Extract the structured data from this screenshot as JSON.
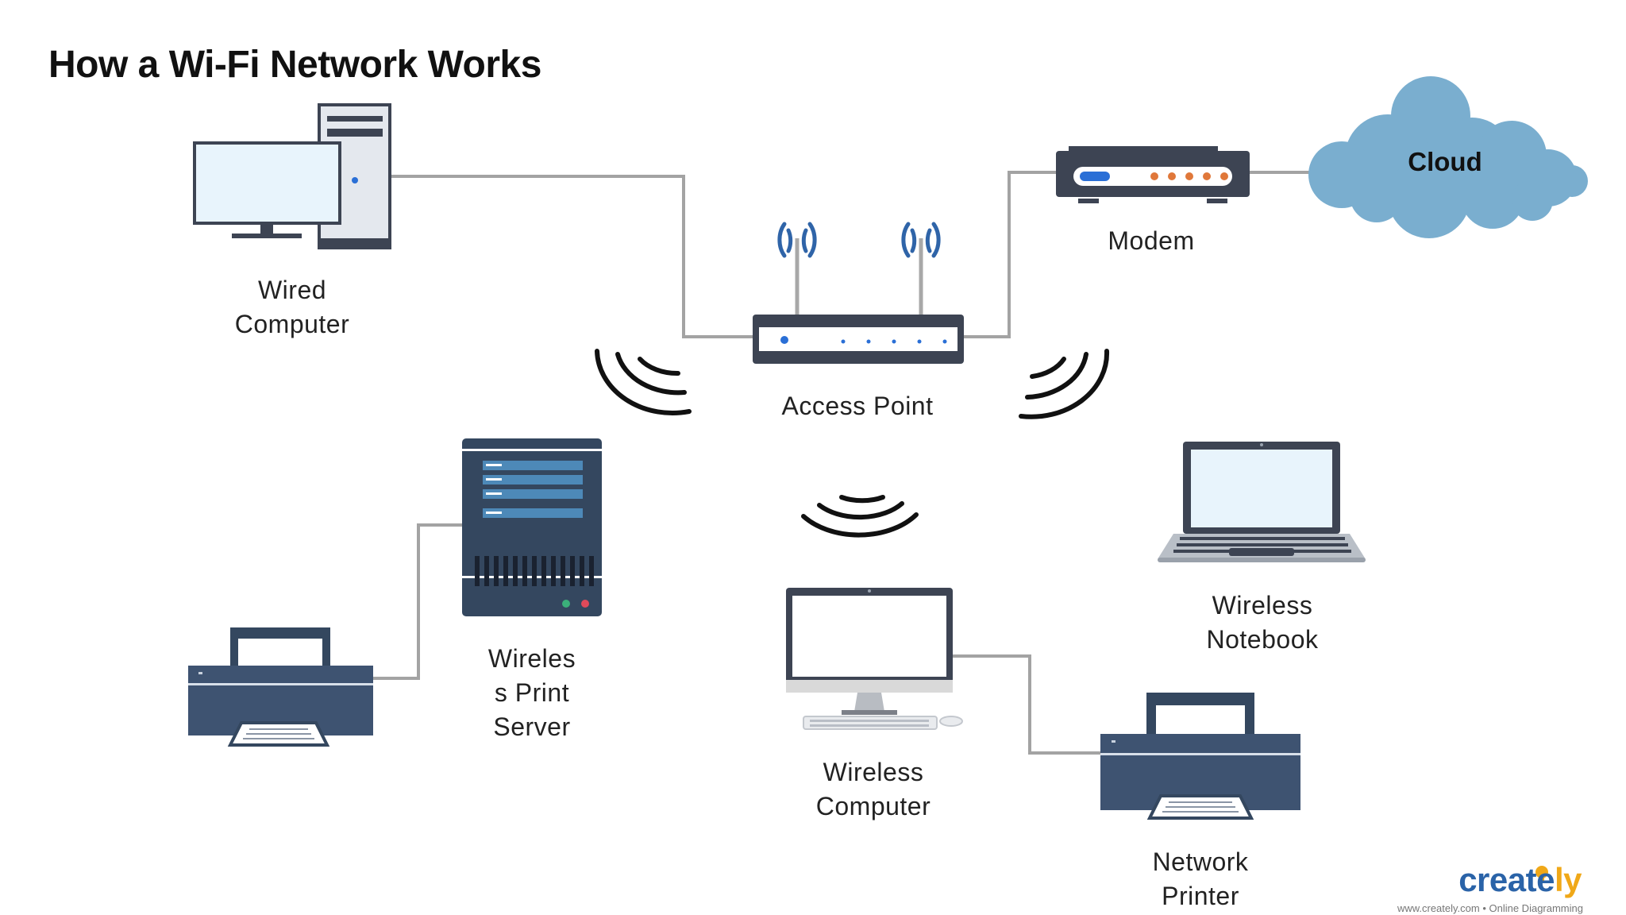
{
  "title": "How a Wi-Fi Network Works",
  "colors": {
    "link": "#a3a3a3",
    "device_dark": "#3d4453",
    "screen": "#e8f4fc",
    "navy": "#34475f",
    "cloud": "#7aaecf",
    "wifi_signal": "#2f64a8",
    "led_orange": "#e0783a",
    "led_blue": "#2a6fd6"
  },
  "nodes": {
    "wired_computer": {
      "label": [
        "Wired",
        "Computer"
      ],
      "icon": "desktop-tower-icon"
    },
    "access_point": {
      "label": [
        "Access Point"
      ],
      "icon": "wireless-router-icon"
    },
    "modem": {
      "label": [
        "Modem"
      ],
      "icon": "modem-icon"
    },
    "cloud": {
      "label": [
        "Cloud"
      ],
      "icon": "cloud-icon"
    },
    "wireless_print_server": {
      "label": [
        "Wireles",
        "s Print",
        "Server"
      ],
      "icon": "server-icon"
    },
    "printer_local": {
      "label": [],
      "icon": "printer-icon"
    },
    "wireless_computer": {
      "label": [
        "Wireless",
        "Computer"
      ],
      "icon": "monitor-icon"
    },
    "wireless_notebook": {
      "label": [
        "Wireless",
        "Notebook"
      ],
      "icon": "laptop-icon"
    },
    "network_printer": {
      "label": [
        "Network",
        "Printer"
      ],
      "icon": "printer-icon"
    }
  },
  "connections": [
    {
      "from": "wired_computer",
      "to": "access_point",
      "type": "wired"
    },
    {
      "from": "access_point",
      "to": "modem",
      "type": "wired"
    },
    {
      "from": "modem",
      "to": "cloud",
      "type": "wired"
    },
    {
      "from": "printer_local",
      "to": "wireless_print_server",
      "type": "wired"
    },
    {
      "from": "wireless_computer",
      "to": "network_printer",
      "type": "wired"
    }
  ],
  "logo": {
    "brand_part1": "create",
    "brand_part2": "ly",
    "tagline": "www.creately.com • Online Diagramming"
  }
}
